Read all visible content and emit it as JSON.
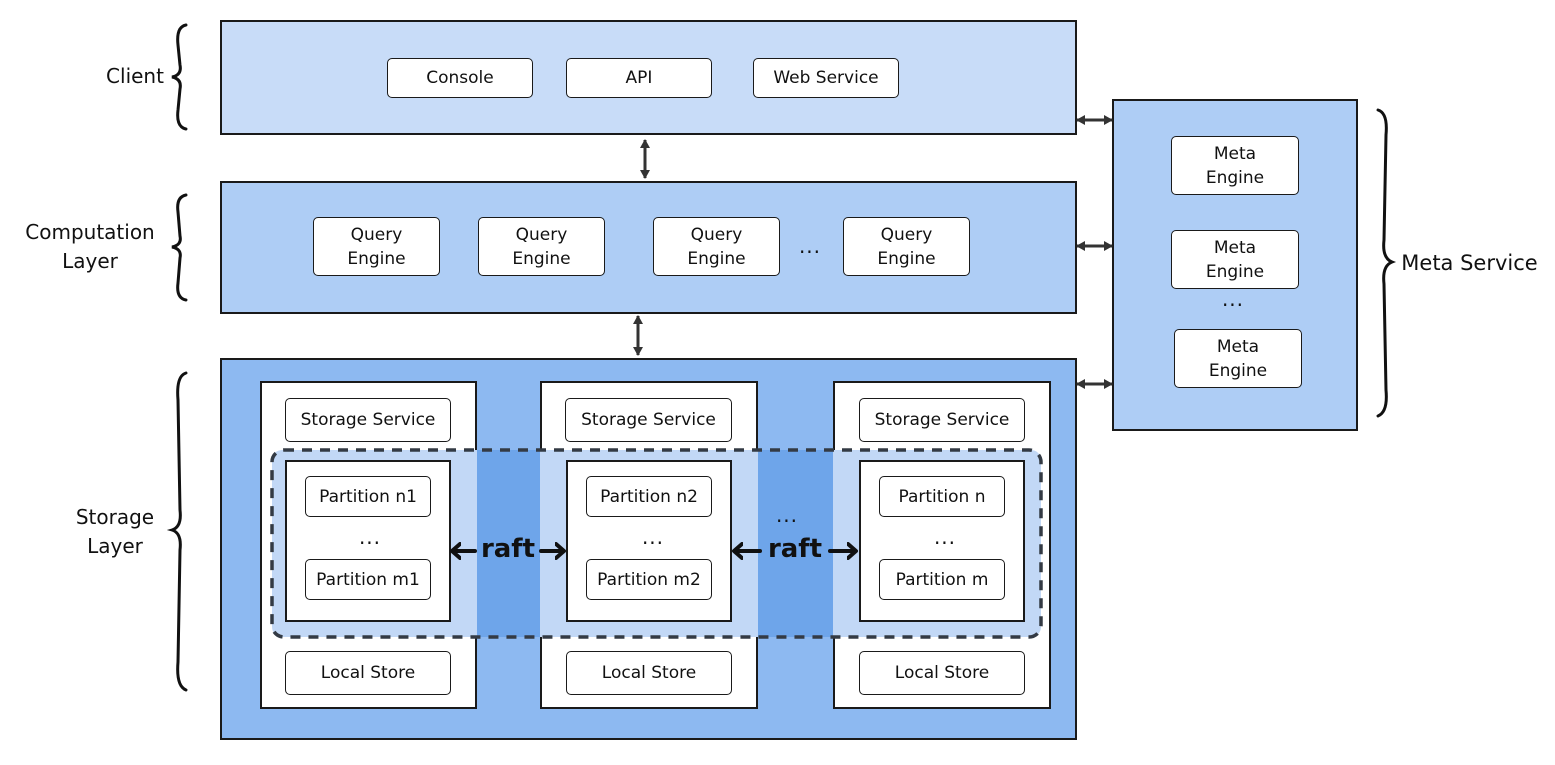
{
  "colors": {
    "client_layer": "#c8dcf8",
    "computation_layer": "#aecdf5",
    "storage_layer": "#8db9f1",
    "meta_layer": "#aecdf5",
    "raft_band": "#6ea5ea",
    "dashed_group": "#c2d8f6"
  },
  "labels": {
    "client": "Client",
    "computation_line1": "Computation",
    "computation_line2": "Layer",
    "storage_line1": "Storage",
    "storage_line2": "Layer",
    "meta_service": "Meta Service"
  },
  "client": {
    "items": [
      "Console",
      "API",
      "Web Service"
    ]
  },
  "computation": {
    "engine_line1": "Query",
    "engine_line2": "Engine",
    "ellipsis": "..."
  },
  "meta": {
    "engine_line1": "Meta",
    "engine_line2": "Engine",
    "ellipsis": "..."
  },
  "storage": {
    "service_label": "Storage Service",
    "local_store_label": "Local Store",
    "raft_label": "raft",
    "ellipsis": "...",
    "nodes": [
      {
        "partition_top": "Partition n1",
        "partition_bottom": "Partition m1"
      },
      {
        "partition_top": "Partition n2",
        "partition_bottom": "Partition m2"
      },
      {
        "partition_top": "Partition n",
        "partition_bottom": "Partition m"
      }
    ]
  }
}
